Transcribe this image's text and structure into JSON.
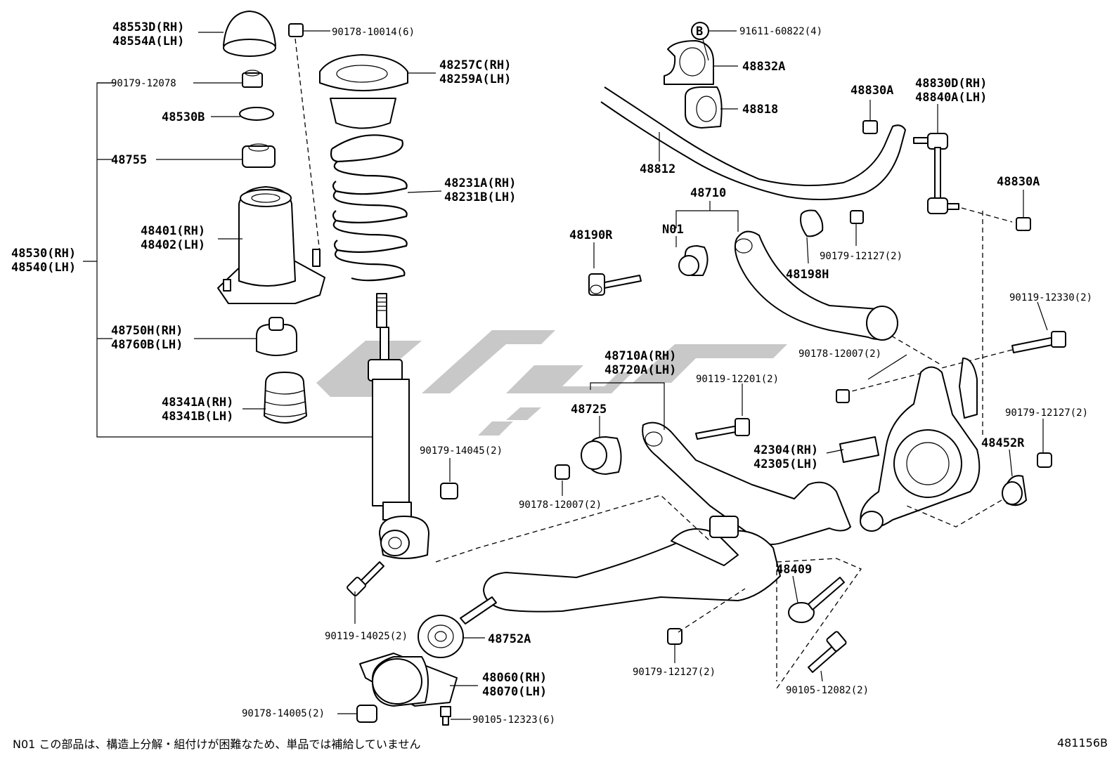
{
  "labels": {
    "p48553d": "48553D(RH)",
    "p48554a": "48554A(LH)",
    "p90178_10014": "90178-10014(6)",
    "p90179_12078": "90179-12078",
    "p48530b": "48530B",
    "p48755": "48755",
    "p48401": "48401(RH)",
    "p48402": "48402(LH)",
    "p48530": "48530(RH)",
    "p48540": "48540(LH)",
    "p48750h": "48750H(RH)",
    "p48760b": "48760B(LH)",
    "p48341a": "48341A(RH)",
    "p48341b": "48341B(LH)",
    "p48257c": "48257C(RH)",
    "p48259a": "48259A(LH)",
    "p48231a": "48231A(RH)",
    "p48231b": "48231B(LH)",
    "p90179_14045": "90179-14045(2)",
    "p90119_14025": "90119-14025(2)",
    "p48752a": "48752A",
    "p48060": "48060(RH)",
    "p48070": "48070(LH)",
    "p90178_14005": "90178-14005(2)",
    "p90105_12323": "90105-12323(6)",
    "b_marker": "B",
    "p91611_60822": "91611-60822(4)",
    "p48832a": "48832A",
    "p48818": "48818",
    "p48812": "48812",
    "p48830a_1": "48830A",
    "p48830d": "48830D(RH)",
    "p48840a": "48840A(LH)",
    "p48830a_2": "48830A",
    "p48710": "48710",
    "n01": "N01",
    "p48190r": "48190R",
    "p48198h": "48198H",
    "p90179_12127_a": "90179-12127(2)",
    "p90119_12330": "90119-12330(2)",
    "p90178_12007_a": "90178-12007(2)",
    "p48710a": "48710A(RH)",
    "p48720a": "48720A(LH)",
    "p90119_12201": "90119-12201(2)",
    "p48725": "48725",
    "p90178_12007_b": "90178-12007(2)",
    "p42304": "42304(RH)",
    "p42305": "42305(LH)",
    "p48452r": "48452R",
    "p90179_12127_b": "90179-12127(2)",
    "p48409": "48409",
    "p90179_12127_c": "90179-12127(2)",
    "p90105_12082": "90105-12082(2)"
  },
  "footnote": "N01 この部品は、構造上分解・組付けが困難なため、単品では補給していません",
  "diagram_id": "481156B",
  "colors": {
    "ink": "#000000",
    "background": "#ffffff",
    "watermark": "#9a9a9a"
  }
}
